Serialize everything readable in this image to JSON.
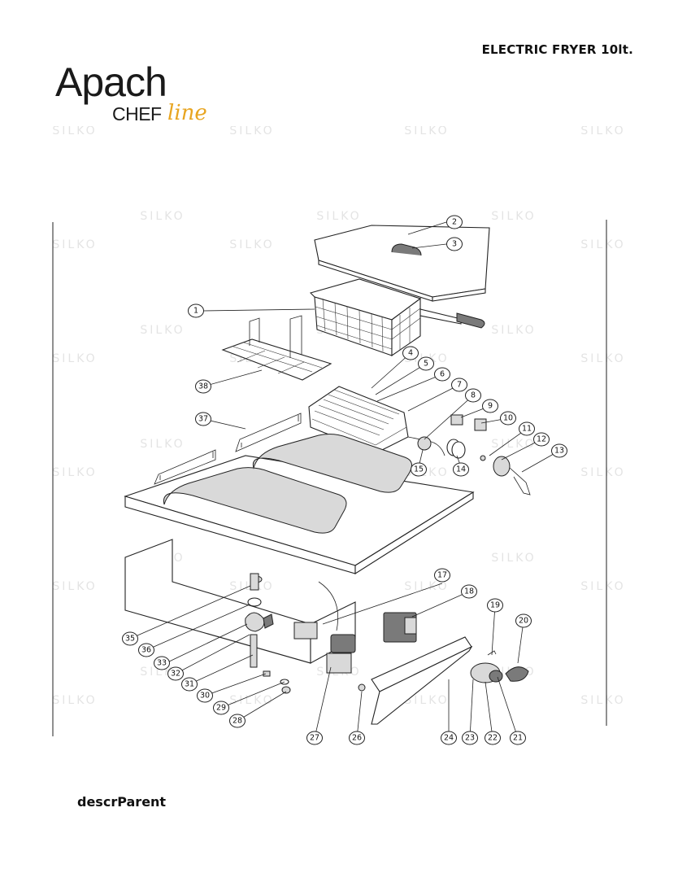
{
  "header": {
    "title": "ELECTRIC FRYER 10lt."
  },
  "logo": {
    "main": "Apach",
    "sub": "CHEF",
    "script": "line"
  },
  "watermark": {
    "text": "SILKO"
  },
  "diagram": {
    "callouts": [
      "1",
      "2",
      "3",
      "4",
      "5",
      "6",
      "7",
      "8",
      "9",
      "10",
      "11",
      "12",
      "13",
      "14",
      "15",
      "17",
      "18",
      "19",
      "20",
      "21",
      "22",
      "23",
      "24",
      "26",
      "27",
      "28",
      "29",
      "30",
      "31",
      "32",
      "33",
      "35",
      "36",
      "37",
      "38"
    ]
  },
  "footer": {
    "label": "descrParent"
  }
}
